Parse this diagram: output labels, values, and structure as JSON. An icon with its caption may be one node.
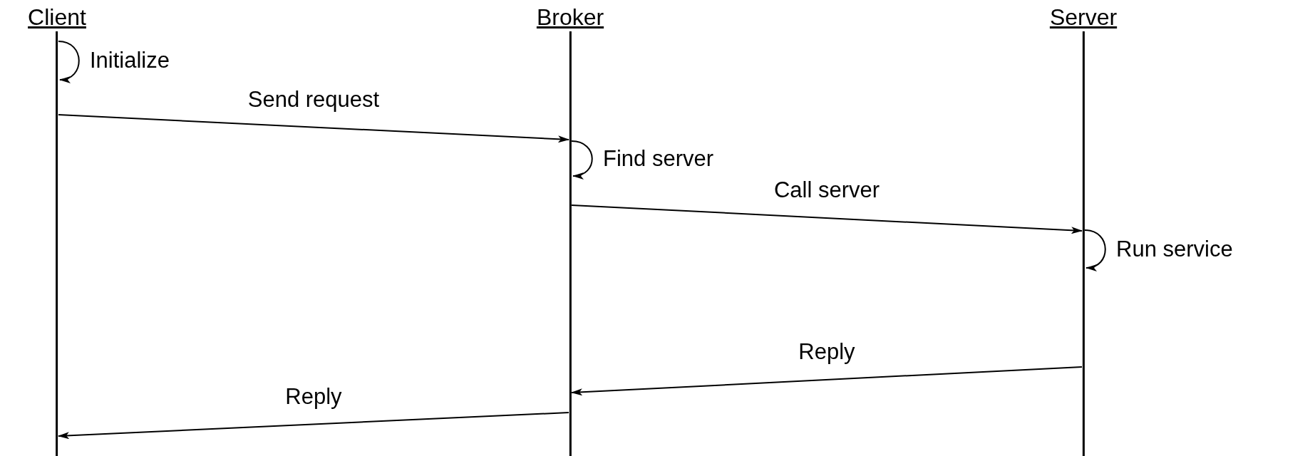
{
  "diagram": {
    "nodes": [
      {
        "text": [
          "Client"
        ]
      },
      {
        "text": [
          "Broker"
        ]
      },
      {
        "text": [
          "Server"
        ]
      }
    ],
    "edges": [
      {
        "from": 0,
        "to": 0,
        "arrow": "to",
        "label": "Initialize"
      },
      {
        "from": 0,
        "to": 1,
        "arrow": "to",
        "label": "Send request"
      },
      {
        "from": 1,
        "to": 1,
        "arrow": "to",
        "label": "Find server"
      },
      {
        "from": 1,
        "to": 2,
        "arrow": "to",
        "label": "Call server"
      },
      {
        "from": 2,
        "to": 2,
        "arrow": "to",
        "label": "Run service"
      },
      {
        "from": 2,
        "to": 1,
        "arrow": "to",
        "label": "Reply"
      },
      {
        "from": 1,
        "to": 0,
        "arrow": "to",
        "label": "Reply"
      }
    ]
  }
}
